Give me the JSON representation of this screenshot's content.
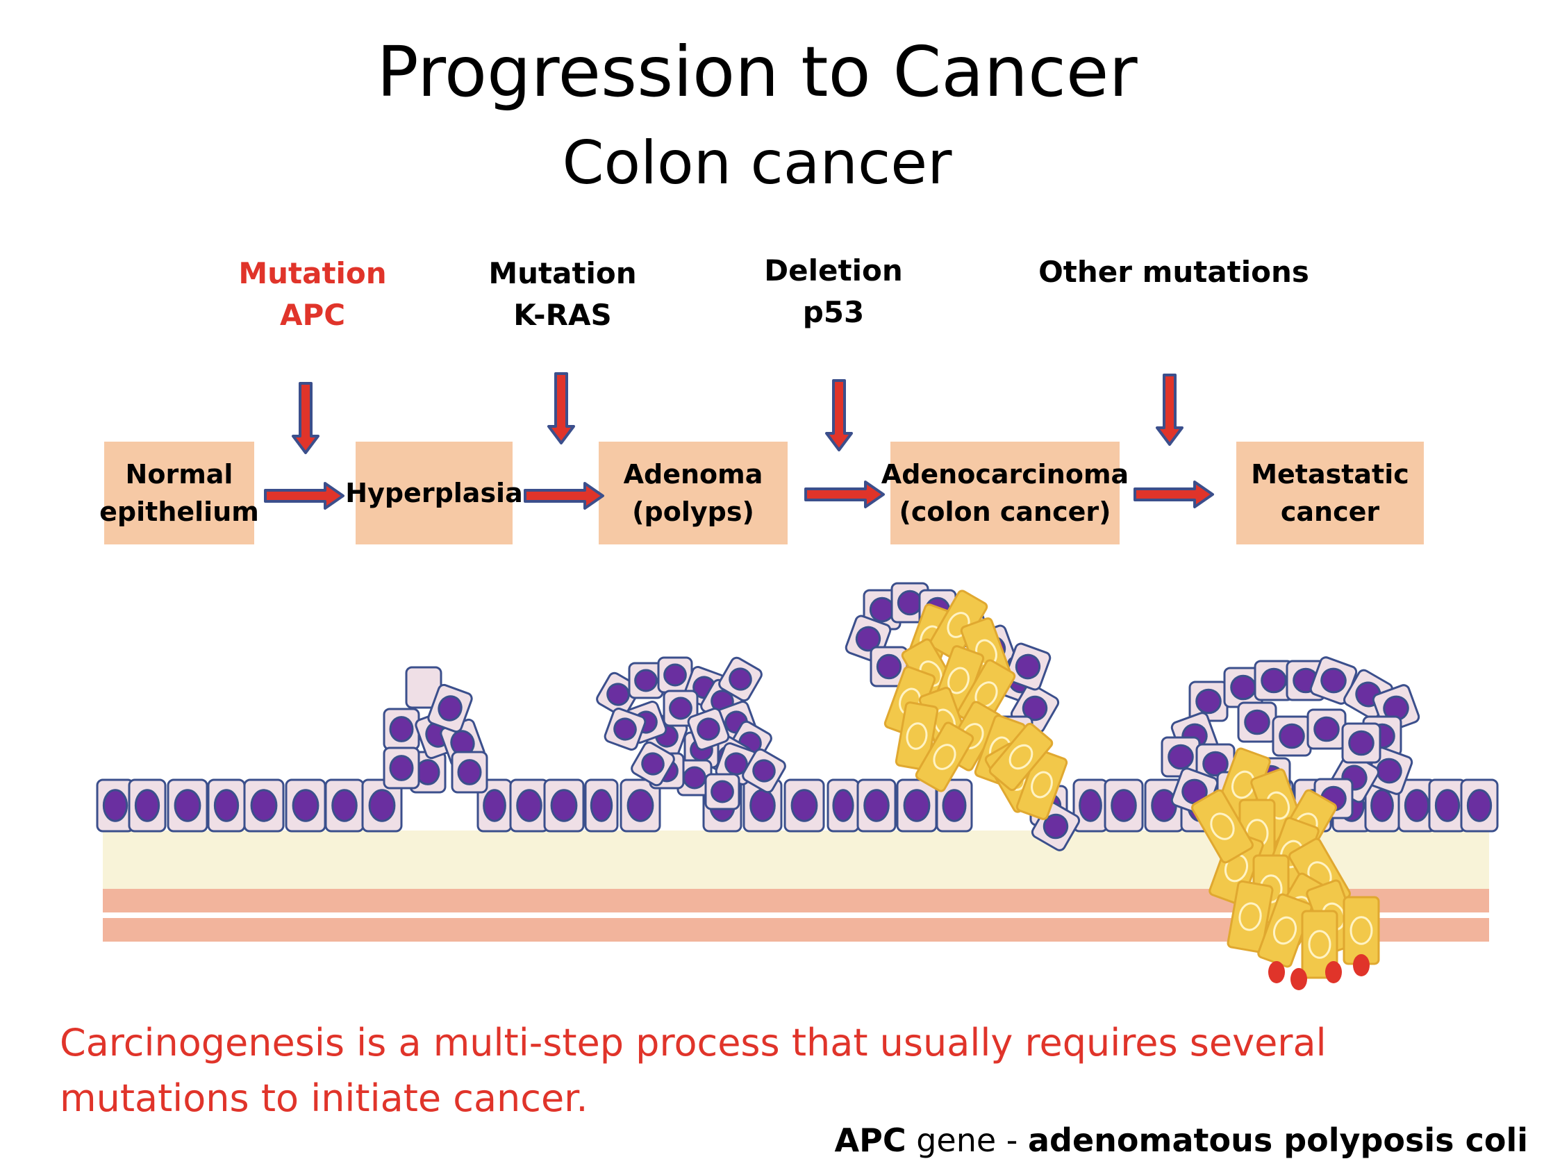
{
  "title": "Progression to Cancer",
  "subtitle": "Colon cancer",
  "mutations": [
    {
      "line1": "Mutation",
      "line2": "APC",
      "color": "#e0342a"
    },
    {
      "line1": "Mutation",
      "line2": "K-RAS",
      "color": "#000000"
    },
    {
      "line1": "Deletion",
      "line2": "p53",
      "color": "#000000"
    },
    {
      "line1": "Other mutations",
      "line2": "",
      "color": "#000000"
    }
  ],
  "stages": [
    {
      "line1": "Normal",
      "line2": "epithelium"
    },
    {
      "line1": "Hyperplasia",
      "line2": ""
    },
    {
      "line1": "Adenoma",
      "line2": "(polyps)"
    },
    {
      "line1": "Adenocarcinoma",
      "line2": "(colon cancer)"
    },
    {
      "line1": "Metastatic",
      "line2": "cancer"
    }
  ],
  "note": "Carcinogenesis is a multi-step process that usually requires several mutations to initiate cancer.",
  "footnote": {
    "abbr": "APC",
    "mid": " gene - ",
    "full": "adenomatous polyposis coli"
  },
  "colors": {
    "stage_box": "#f6c9a5",
    "arrow_fill": "#e0342a",
    "arrow_outline": "#3b4f8c",
    "cell_fill": "#efdfe6",
    "cell_outline": "#3b4f8c",
    "nucleus": "#6a2fa0",
    "cancer_cell": "#f2c84a",
    "submucosa": "#f8f3d8",
    "muscle": "#f2b49c"
  }
}
